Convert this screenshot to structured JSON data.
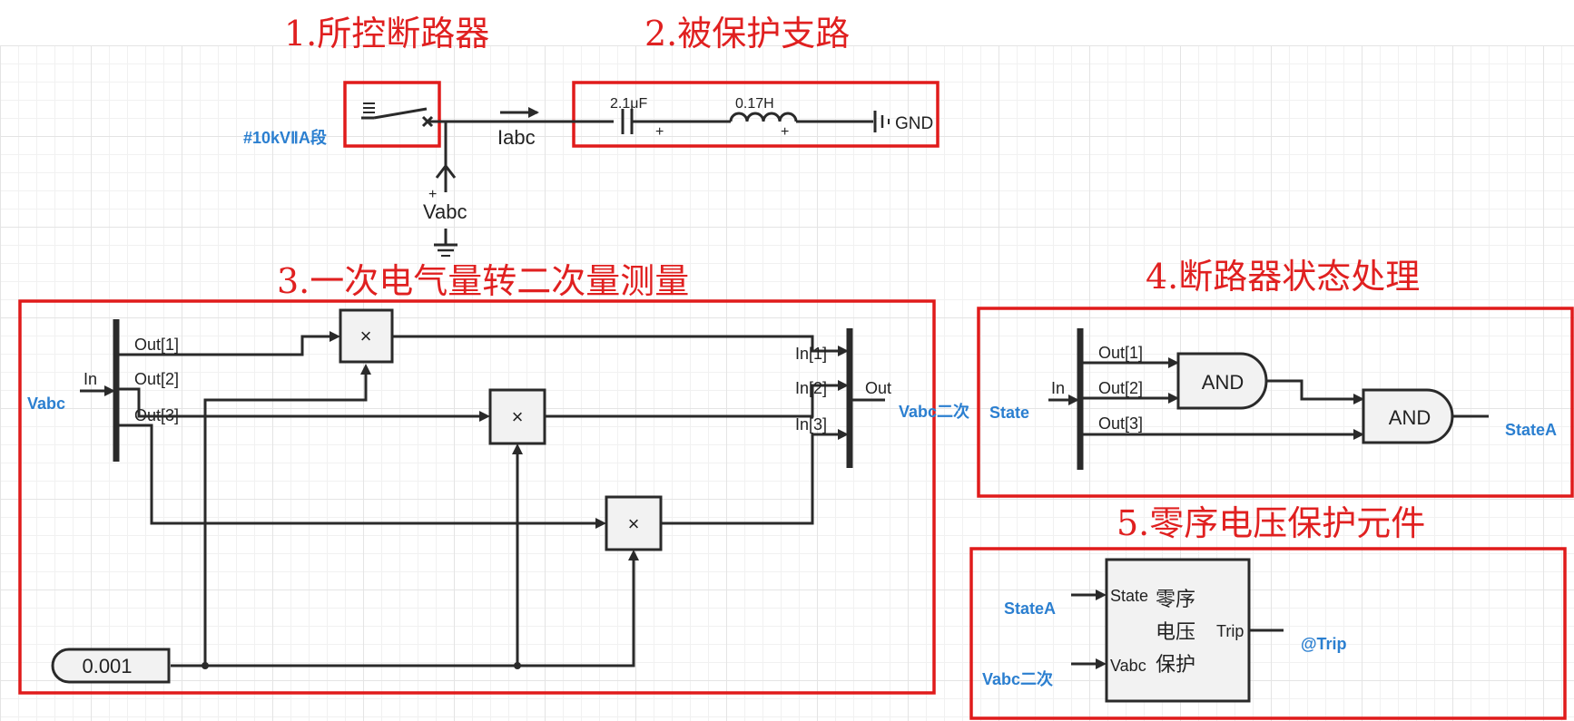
{
  "titles": {
    "t1": "1.所控断路器",
    "t2": "2.被保护支路",
    "t3": "3.一次电气量转二次量测量",
    "t4": "4.断路器状态处理",
    "t5": "5.零序电压保护元件"
  },
  "circuit": {
    "bus_label": "#10kVⅡA段",
    "current_label": "Iabc",
    "capacitor_label": "2.1μF",
    "inductor_label": "0.17H",
    "gnd_label": "GND",
    "voltage_label": "Vabc",
    "plus": "+"
  },
  "measure": {
    "input_signal": "Vabc",
    "demux_in": "In",
    "outs": [
      "Out[1]",
      "Out[2]",
      "Out[3]"
    ],
    "mux_ins": [
      "In[1]",
      "In[2]",
      "In[3]"
    ],
    "mux_out": "Out",
    "output_signal": "Vabc二次",
    "multiply_symbol": "×",
    "constant_value": "0.001"
  },
  "state": {
    "input_signal": "State",
    "demux_in": "In",
    "outs": [
      "Out[1]",
      "Out[2]",
      "Out[3]"
    ],
    "gate_label": "AND",
    "output_signal": "StateA"
  },
  "protection": {
    "in_state_signal": "StateA",
    "in_vabc_signal": "Vabc二次",
    "port_state": "State",
    "port_vabc": "Vabc",
    "port_trip": "Trip",
    "name_lines": [
      "零序",
      "电压",
      "保护"
    ],
    "output_signal": "@Trip"
  },
  "colors": {
    "frame": "#e01b1b",
    "title": "#e02020",
    "signal": "#2b7fd0",
    "wire": "#2a2a2a"
  }
}
